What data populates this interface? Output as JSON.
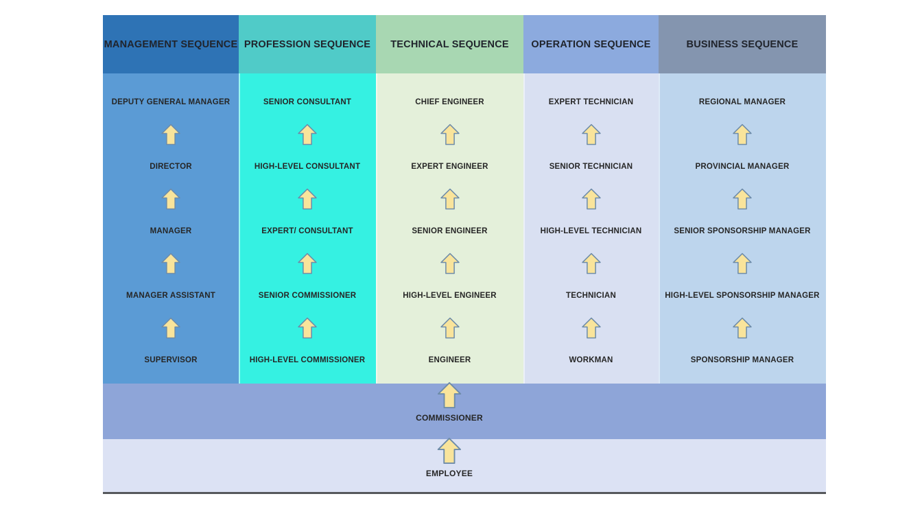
{
  "diagram": {
    "description": "Career sequence progression diagram with five parallel job ladders over shared base levels"
  },
  "columns": [
    {
      "header": "MANAGEMENT SEQUENCE",
      "header_bg": "#2e73b5",
      "body_bg": "#5b9bd5",
      "levels": [
        "DEPUTY GENERAL MANAGER",
        "DIRECTOR",
        "MANAGER",
        "MANAGER ASSISTANT",
        "SUPERVISOR"
      ]
    },
    {
      "header": "PROFESSION SEQUENCE",
      "header_bg": "#50cbc8",
      "body_bg": "#35f1e2",
      "levels": [
        "SENIOR CONSULTANT",
        "HIGH-LEVEL CONSULTANT",
        "EXPERT/ CONSULTANT",
        "SENIOR COMMISSIONER",
        "HIGH-LEVEL COMMISSIONER"
      ]
    },
    {
      "header": "TECHNICAL SEQUENCE",
      "header_bg": "#a8d7b2",
      "body_bg": "#e4f0da",
      "levels": [
        "CHIEF ENGINEER",
        "EXPERT ENGINEER",
        "SENIOR ENGINEER",
        "HIGH-LEVEL ENGINEER",
        "ENGINEER"
      ]
    },
    {
      "header": "OPERATION SEQUENCE",
      "header_bg": "#8caade",
      "body_bg": "#d9e0f2",
      "levels": [
        "EXPERT TECHNICIAN",
        "SENIOR TECHNICIAN",
        "HIGH-LEVEL TECHNICIAN",
        "TECHNICIAN",
        "WORKMAN"
      ]
    },
    {
      "header": "BUSINESS SEQUENCE",
      "header_bg": "#8495af",
      "body_bg": "#bdd5ed",
      "levels": [
        "REGIONAL MANAGER",
        "PROVINCIAL MANAGER",
        "SENIOR SPONSORSHIP MANAGER",
        "HIGH-LEVEL SPONSORSHIP MANAGER",
        "SPONSORSHIP MANAGER"
      ]
    }
  ],
  "base_rows": [
    {
      "label": "COMMISSIONER",
      "bg": "#8ea5d8"
    },
    {
      "label": "EMPLOYEE",
      "bg": "#dce2f4"
    }
  ],
  "arrow": {
    "name": "up-arrow-icon",
    "fill": "#f9e49b",
    "stroke": "#6e8ca9"
  },
  "palette": {
    "page_bg": "#ffffff",
    "header_text": "#20242c",
    "label_text": "#262626",
    "bottom_rule": "#56585c",
    "column_separator": "rgba(255,255,255,0.5)"
  }
}
